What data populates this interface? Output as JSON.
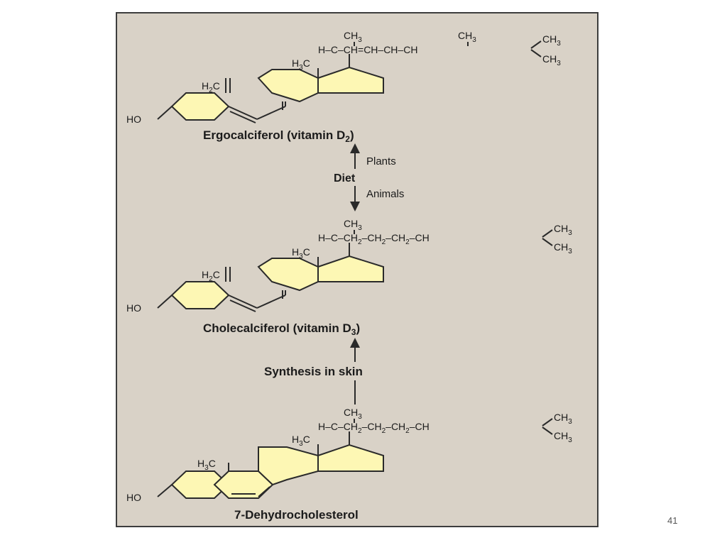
{
  "slide_number": "41",
  "vitamin_d2": {
    "name": "Ergocalciferol  (vitamin D",
    "name_sub": "2",
    "name_close": ")",
    "side_chain": "H–C–CH=CH–CH–CH",
    "branch_ch3_1": "CH",
    "branch_ch3_2": "CH",
    "term_top": "CH",
    "term_bot": "CH",
    "methyl": "H",
    "methyl_c": "C",
    "methylene": "H",
    "methylene_c": "C",
    "hydroxyl": "HO",
    "sub3": "3",
    "sub2": "2"
  },
  "diet": {
    "label": "Diet",
    "plants": "Plants",
    "animals": "Animals"
  },
  "vitamin_d3": {
    "name": "Cholecalciferol (vitamin D",
    "name_sub": "3",
    "name_close": ")",
    "side_chain": "H–C–CH",
    "ch2_a": "–CH",
    "ch2_b": "–CH",
    "ch_end": "–CH",
    "branch_ch3": "CH",
    "term_top": "CH",
    "term_bot": "CH",
    "methyl": "H",
    "methyl_c": "C",
    "methylene": "H",
    "methylene_c": "C",
    "hydroxyl": "HO",
    "sub3": "3",
    "sub2": "2"
  },
  "synthesis": {
    "label": "Synthesis in skin"
  },
  "dehydrocholesterol": {
    "name": "7-Dehydrocholesterol",
    "side_chain": "H–C–CH",
    "ch2_a": "–CH",
    "ch2_b": "–CH",
    "ch_end": "–CH",
    "branch_ch3": "CH",
    "term_top": "CH",
    "term_bot": "CH",
    "methyl_cd": "H",
    "methyl_ab": "H",
    "methyl_c": "C",
    "hydroxyl": "HO",
    "sub3": "3",
    "sub2": "2"
  }
}
